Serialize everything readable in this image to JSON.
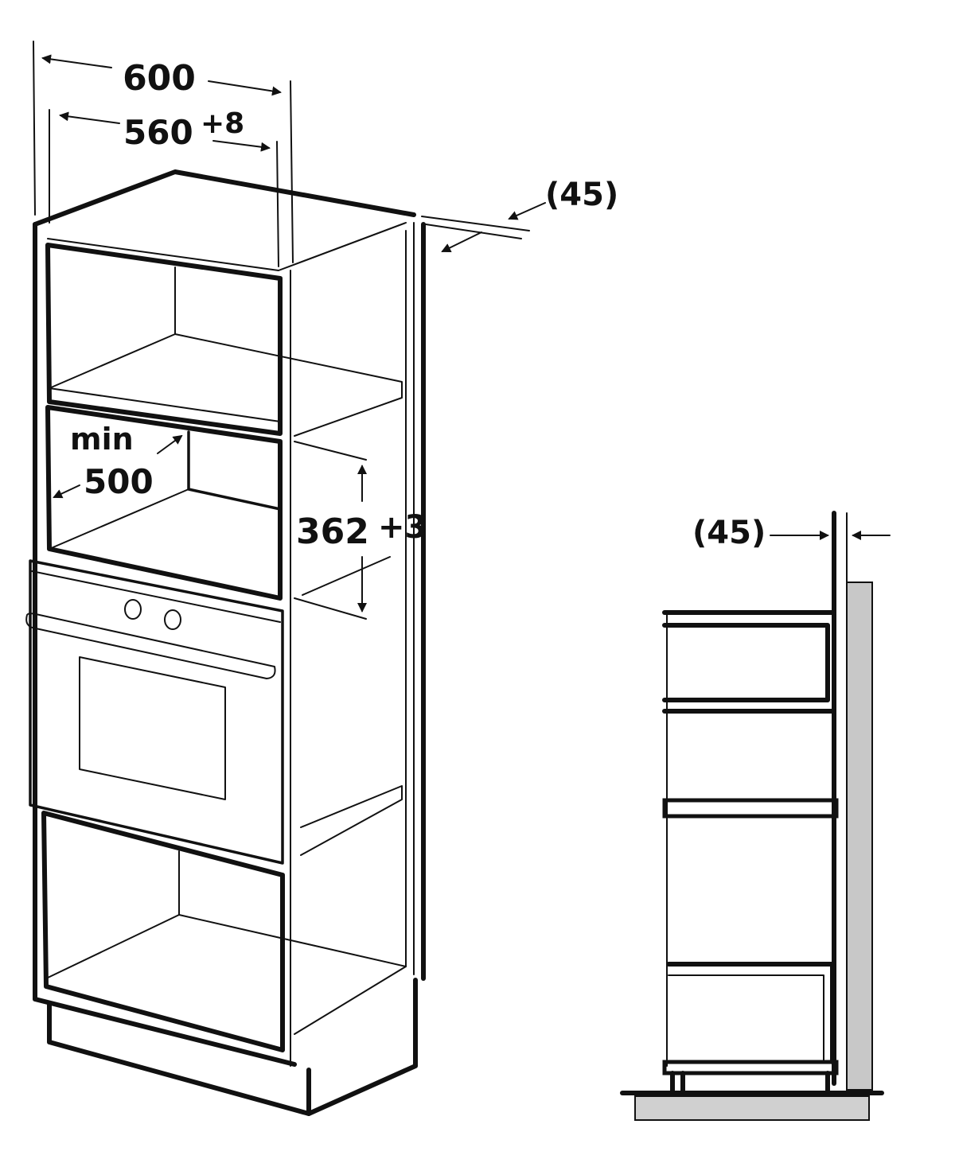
{
  "dimensions": {
    "overall_width": "600",
    "niche_width": "560",
    "niche_width_tolerance": "+8",
    "back_gap_top": "(45)",
    "min_depth_word": "min",
    "min_depth_value": "500",
    "niche_height": "362",
    "niche_height_tolerance": "+3",
    "side_gap": "(45)"
  },
  "colors": {
    "line": "#111111",
    "wall": "#c8c8c8",
    "floor": "#d0d0d0",
    "background": "#ffffff"
  }
}
